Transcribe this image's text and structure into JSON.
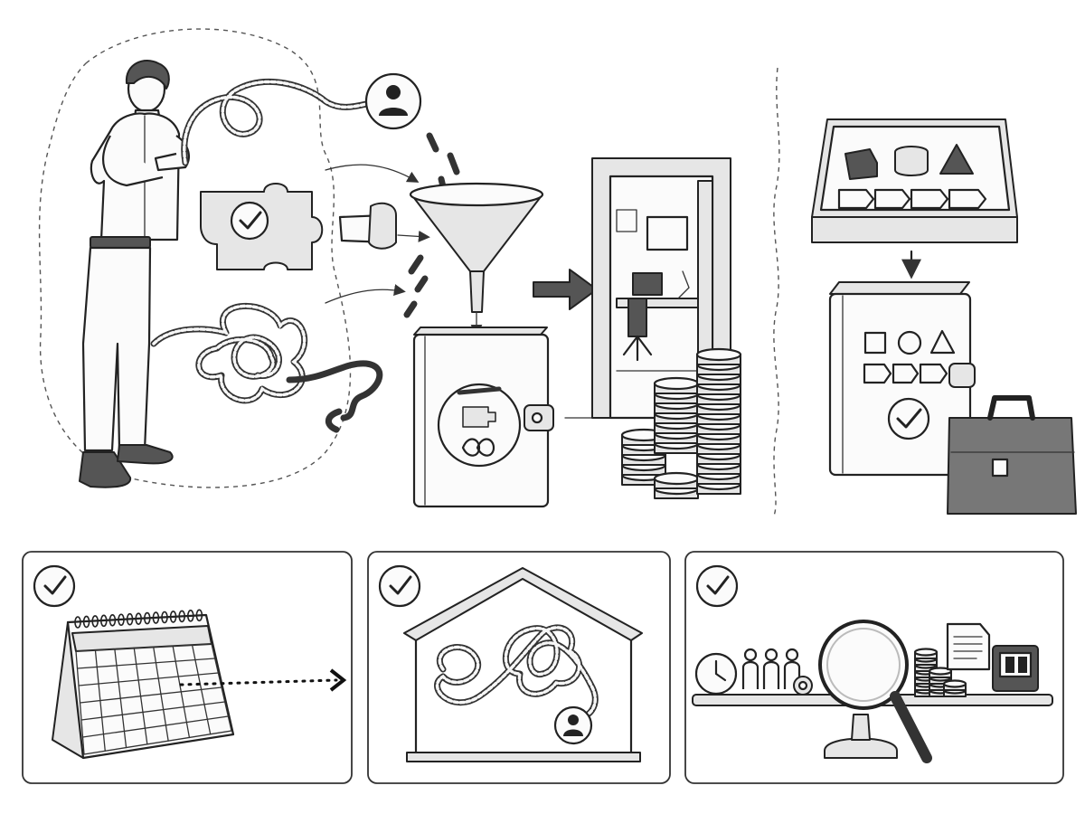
{
  "scene": {
    "sections": [
      {
        "name": "tangled-requirements"
      },
      {
        "name": "funnel-to-documented-book"
      },
      {
        "name": "office-and-savings"
      },
      {
        "name": "structured-handoff"
      }
    ],
    "benefit_panels": [
      {
        "name": "schedule-panel",
        "checked": true,
        "icons": [
          "check-icon",
          "calendar-icon",
          "dotted-arrow-icon"
        ]
      },
      {
        "name": "scope-panel",
        "checked": true,
        "icons": [
          "check-icon",
          "house-icon",
          "knot-icon",
          "user-icon"
        ]
      },
      {
        "name": "balance-panel",
        "checked": true,
        "icons": [
          "check-icon",
          "clock-icon",
          "people-icon",
          "gear-icon",
          "magnifier-icon",
          "coins-icon",
          "document-icon",
          "monitor-icon"
        ]
      }
    ],
    "colors": {
      "ink": "#222222",
      "paper": "#ffffff",
      "shade": "#e6e6e6"
    }
  }
}
